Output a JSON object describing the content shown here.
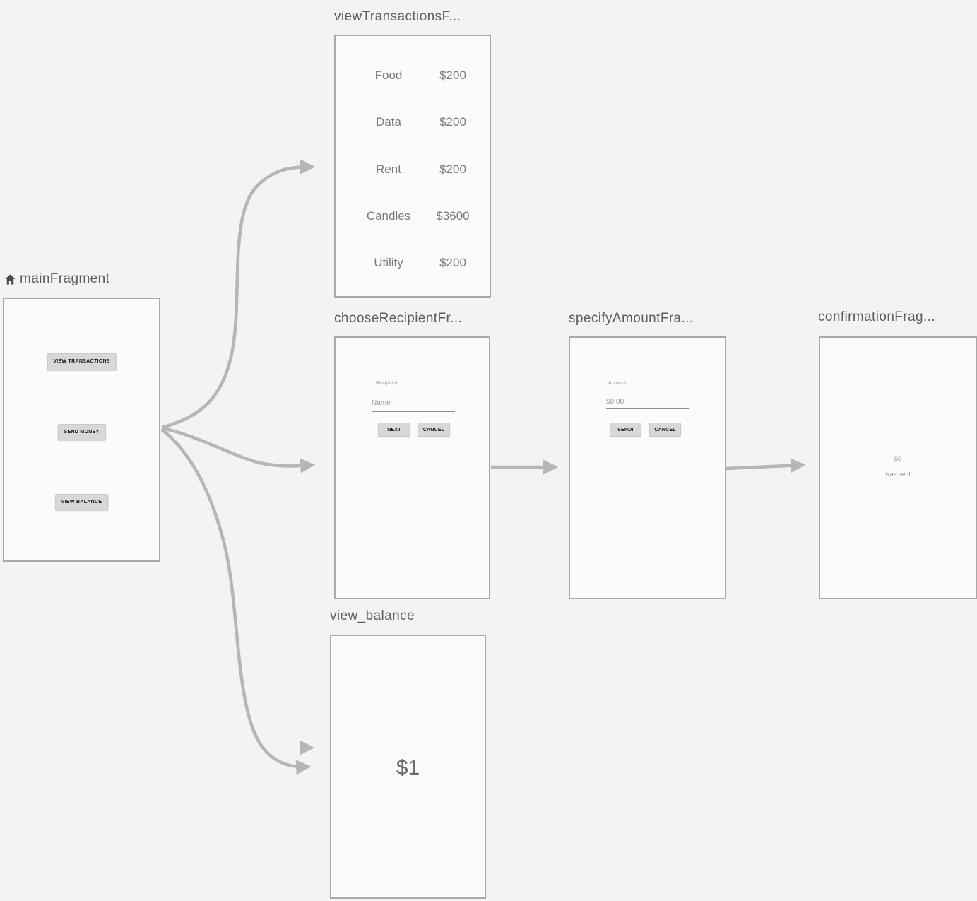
{
  "colors": {
    "canvas_background": "#f3f3f2",
    "panel_background": "#fbfbfa",
    "panel_border": "#a9a9a9",
    "arrow": "#b6b6b6",
    "title_text": "#5d5d5d",
    "button_fill": "#d8d8d8"
  },
  "fragments": {
    "main": {
      "title": "mainFragment",
      "buttons": {
        "view_transactions": "VIEW TRANSACTIONS",
        "send_money": "SEND MONEY",
        "view_balance": "VIEW BALANCE"
      }
    },
    "view_transactions": {
      "title": "viewTransactionsF...",
      "rows": [
        {
          "label": "Food",
          "amount": "$200"
        },
        {
          "label": "Data",
          "amount": "$200"
        },
        {
          "label": "Rent",
          "amount": "$200"
        },
        {
          "label": "Candles",
          "amount": "$3600"
        },
        {
          "label": "Utility",
          "amount": "$200"
        }
      ]
    },
    "choose_recipient": {
      "title": "chooseRecipientFr...",
      "field_label": "Recipient",
      "field_value": "Name",
      "next_button": "NEXT",
      "cancel_button": "CANCEL"
    },
    "specify_amount": {
      "title": "specifyAmountFra...",
      "field_label": "Amount",
      "field_value": "$0.00",
      "send_button": "SEND!",
      "cancel_button": "CANCEL"
    },
    "confirmation": {
      "title": "confirmationFrag...",
      "amount": "$0",
      "message": "was sent"
    },
    "view_balance": {
      "title": "view_balance",
      "balance": "$1"
    }
  }
}
